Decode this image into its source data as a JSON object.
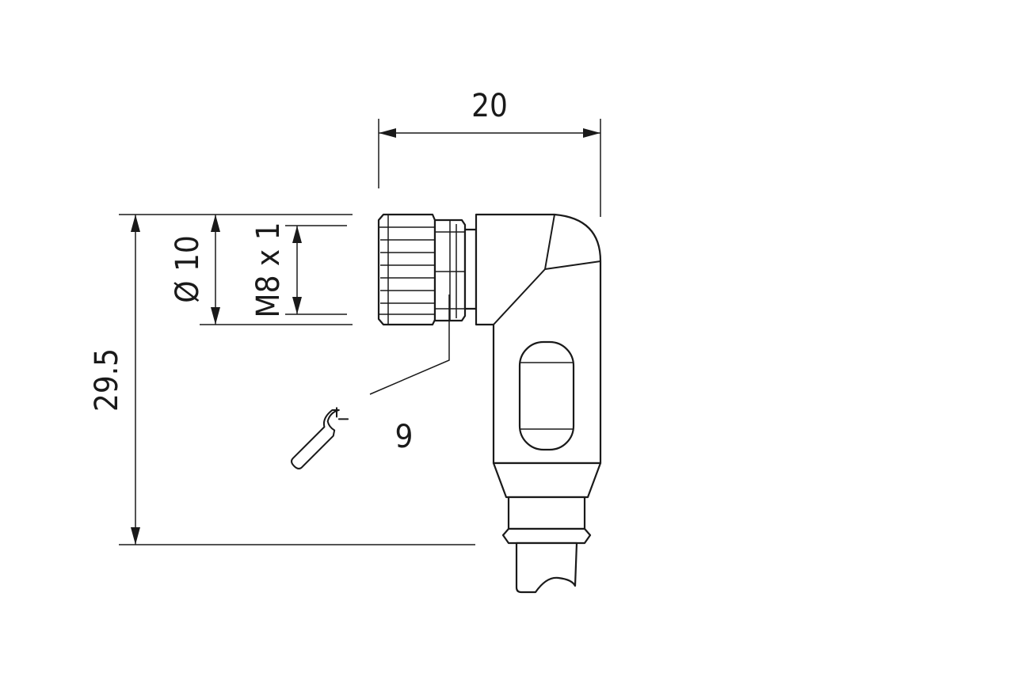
{
  "dimensions": {
    "width_label": "20",
    "height_label": "29.5",
    "outer_diameter_label": "Ø 10",
    "thread_label": "M8 x 1",
    "wrench_size_label": "9"
  },
  "icons": {
    "wrench": "wrench-icon"
  }
}
